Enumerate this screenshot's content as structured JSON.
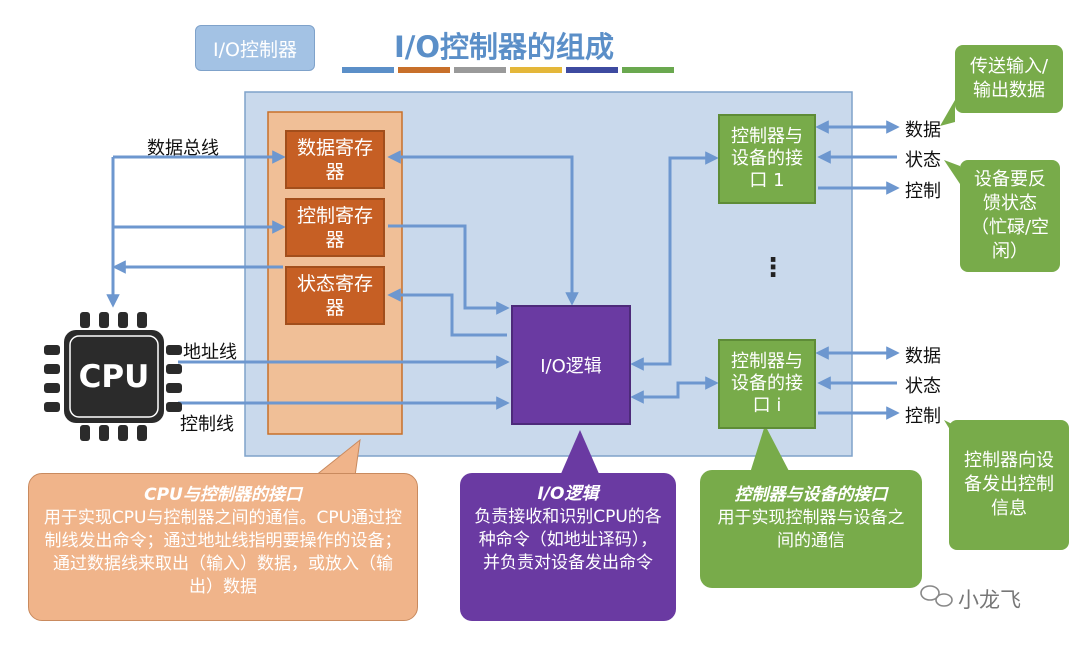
{
  "diagram": {
    "title": "I/O控制器的组成",
    "tag": "I/O控制器",
    "title_underline_colors": [
      "#5b8fc8",
      "#c8702a",
      "#9a9a9a",
      "#e4b73a",
      "#3d4aa0",
      "#6aa84f"
    ],
    "registers": [
      {
        "label": "数据寄存器"
      },
      {
        "label": "控制寄存器"
      },
      {
        "label": "状态寄存器"
      }
    ],
    "io_logic": "I/O逻辑",
    "cpu_label": "CPU",
    "bus_labels": {
      "data": "数据总线",
      "address": "地址线",
      "control": "控制线"
    },
    "interfaces": [
      {
        "label": "控制器与设备的接口 1",
        "signals": [
          "数据",
          "状态",
          "控制"
        ]
      },
      {
        "label": "控制器与设备的接口 i",
        "signals": [
          "数据",
          "状态",
          "控制"
        ]
      }
    ],
    "ellipsis": "⋮",
    "callouts": {
      "data_io": "传送输入/输出数据",
      "status": "设备要反馈状态（忙碌/空闲）",
      "control": "控制器向设备发出控制信息",
      "cpu_iface_title": "CPU与控制器的接口",
      "cpu_iface_body": "用于实现CPU与控制器之间的通信。CPU通过控制线发出命令；通过地址线指明要操作的设备；通过数据线来取出（输入）数据，或放入（输出）数据",
      "io_logic_title": "I/O逻辑",
      "io_logic_body": "负责接收和识别CPU的各种命令（如地址译码），并负责对设备发出命令",
      "dev_iface_title": "控制器与设备的接口",
      "dev_iface_body": "用于实现控制器与设备之间的通信"
    },
    "watermark": "小龙飞",
    "colors": {
      "panel": "#c9d9ec",
      "panel_border": "#7fa2ca",
      "arrow": "#6d97cf",
      "register": "#c65f24",
      "io_logic": "#6a3aa2",
      "interface": "#78ab4a",
      "cpu_callout": "#f0b48a",
      "io_callout": "#6a3aa2",
      "green_callout": "#78ab4a"
    }
  }
}
